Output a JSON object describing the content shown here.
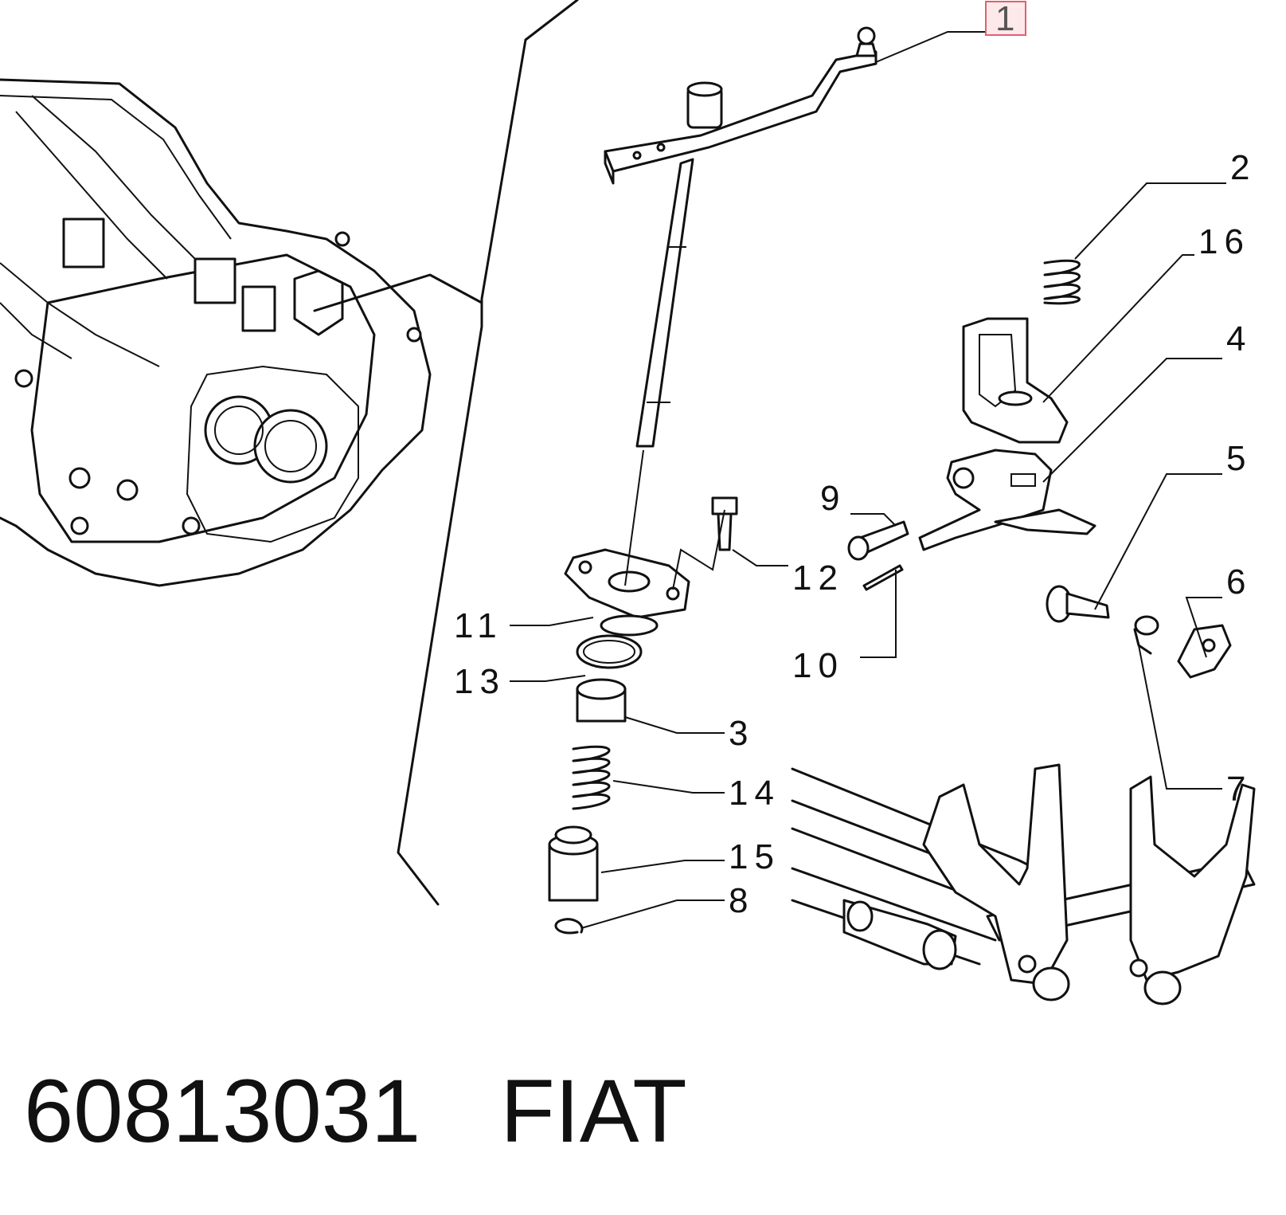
{
  "diagram": {
    "callouts": [
      {
        "id": "1",
        "text": "1",
        "highlighted": true
      },
      {
        "id": "2",
        "text": "2"
      },
      {
        "id": "16",
        "text": "16"
      },
      {
        "id": "4",
        "text": "4"
      },
      {
        "id": "5",
        "text": "5"
      },
      {
        "id": "6",
        "text": "6"
      },
      {
        "id": "7",
        "text": "7"
      },
      {
        "id": "9",
        "text": "9"
      },
      {
        "id": "12",
        "text": "12"
      },
      {
        "id": "10",
        "text": "10"
      },
      {
        "id": "11",
        "text": "11"
      },
      {
        "id": "13",
        "text": "13"
      },
      {
        "id": "3",
        "text": "3"
      },
      {
        "id": "14",
        "text": "14"
      },
      {
        "id": "15",
        "text": "15"
      },
      {
        "id": "8",
        "text": "8"
      }
    ],
    "highlight_color": "#e06070"
  },
  "caption": {
    "part_number": "60813031",
    "brand": "FIAT"
  }
}
